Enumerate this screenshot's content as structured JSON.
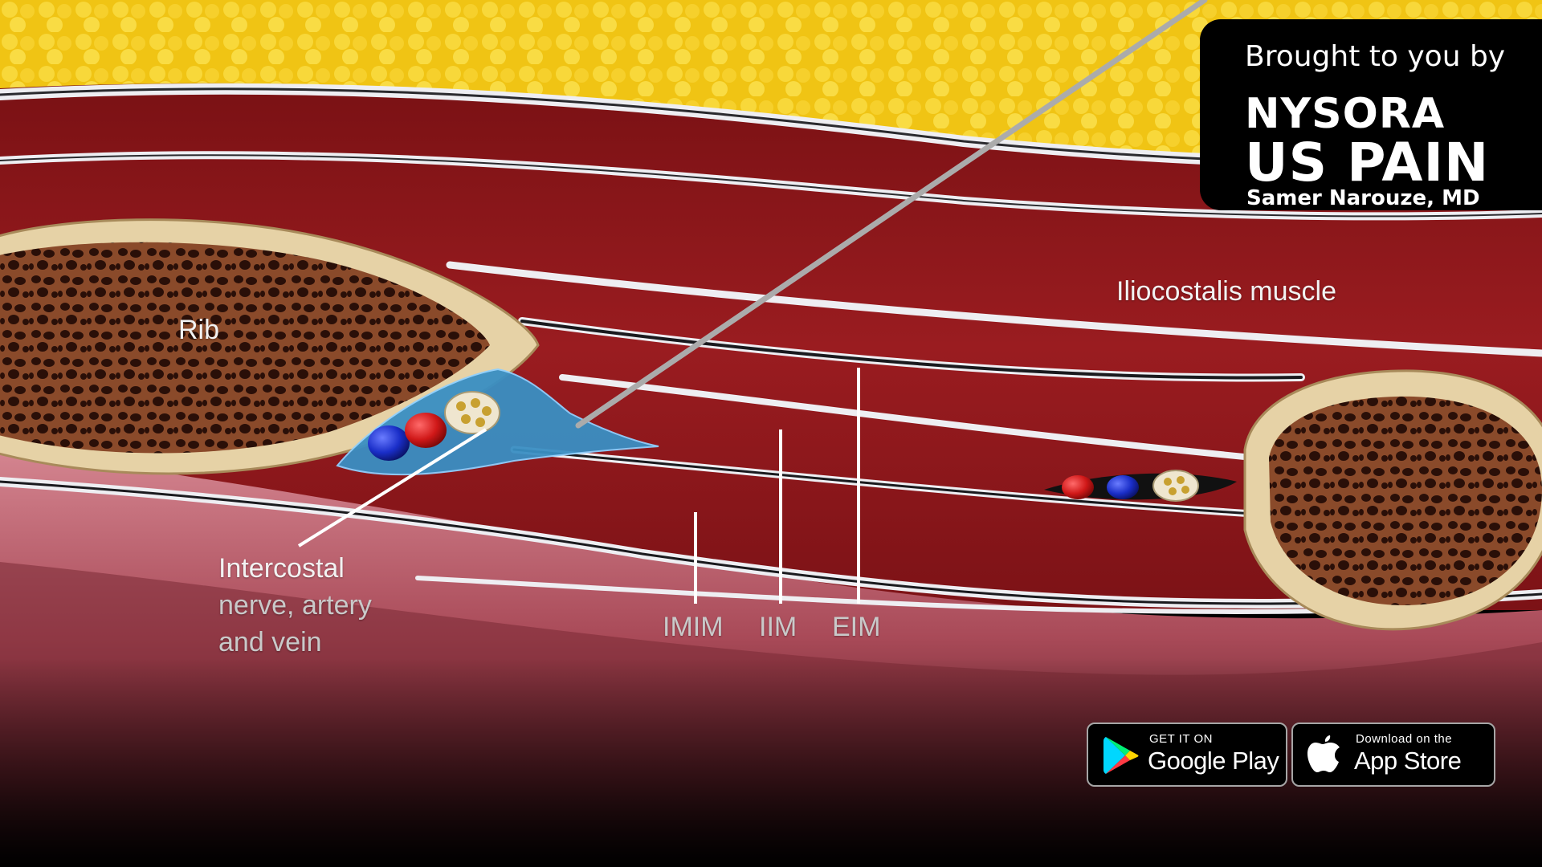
{
  "labels": {
    "rib": "Rib",
    "muscle": "Iliocostalis muscle",
    "bundle_line1": "Intercostal",
    "bundle_line2": "nerve, artery",
    "bundle_line3": "and vein",
    "imim": "IMIM",
    "iim": "IIM",
    "eim": "EIM"
  },
  "brand": {
    "tagline": "Brought to you by",
    "organization": "NYSORA",
    "product": "US PAIN",
    "author": "Samer Narouze, MD"
  },
  "stores": {
    "google": {
      "small": "GET IT ON",
      "big": "Google Play",
      "icon": "google-play-icon"
    },
    "apple": {
      "small": "Download on the",
      "big": "App Store",
      "icon": "apple-icon"
    }
  },
  "colors": {
    "fat": "#f2c81a",
    "muscle": "#8a1518",
    "bone_cortex": "#e4cfa6",
    "bone_marrow": "#7a3d22",
    "pleura": "#c9707d",
    "fascia": "#e8e8ec",
    "artery": "#d01818",
    "vein": "#1a2ec8",
    "nerve": "#efe6cf",
    "injectate": "#3a8fc3"
  }
}
